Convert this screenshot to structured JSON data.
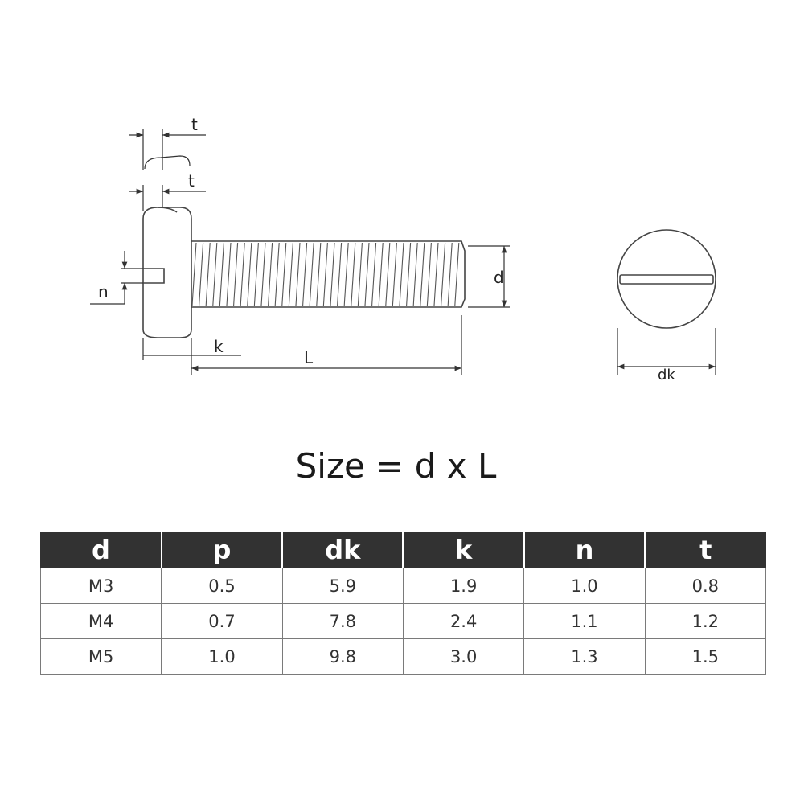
{
  "diagram": {
    "labels": {
      "t_top": "t",
      "t_mid": "t",
      "n": "n",
      "k": "k",
      "L": "L",
      "d": "d",
      "dk": "dk"
    }
  },
  "formula": "Size = d x L",
  "table": {
    "headers": [
      "d",
      "p",
      "dk",
      "k",
      "n",
      "t"
    ],
    "rows": [
      [
        "M3",
        "0.5",
        "5.9",
        "1.9",
        "1.0",
        "0.8"
      ],
      [
        "M4",
        "0.7",
        "7.8",
        "2.4",
        "1.1",
        "1.2"
      ],
      [
        "M5",
        "1.0",
        "9.8",
        "3.0",
        "1.3",
        "1.5"
      ]
    ]
  }
}
